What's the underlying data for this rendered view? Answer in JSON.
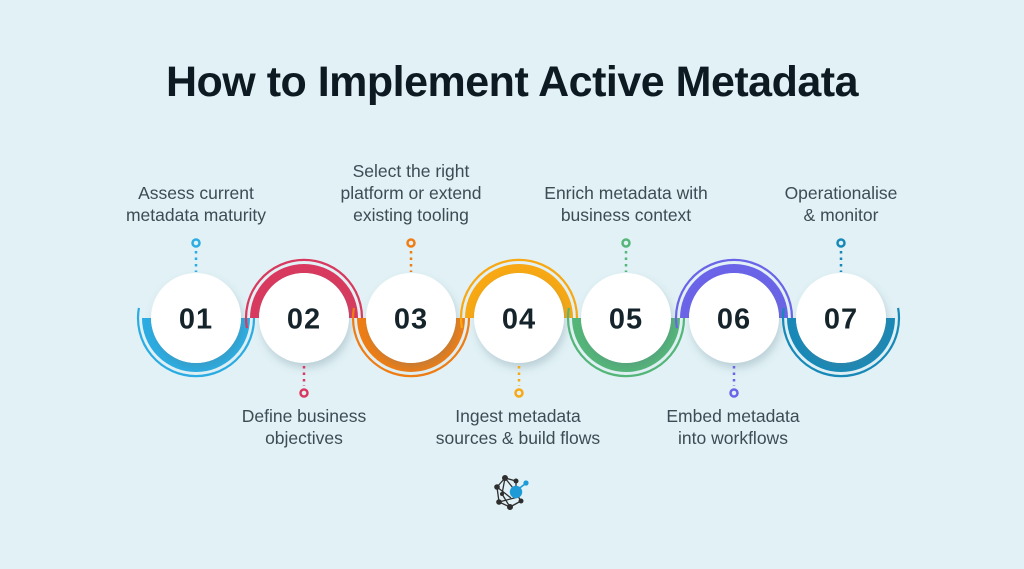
{
  "title": "How to Implement Active Metadata",
  "background": "#e1f1f5",
  "steps": [
    {
      "number": "01",
      "label": "Assess current\nmetadata maturity",
      "color": "#2bace2",
      "label_position": "top"
    },
    {
      "number": "02",
      "label": "Define business\nobjectives",
      "color": "#d9395e",
      "label_position": "bottom"
    },
    {
      "number": "03",
      "label": "Select the right\nplatform or extend\nexisting tooling",
      "color": "#ef7d14",
      "label_position": "top"
    },
    {
      "number": "04",
      "label": "Ingest metadata\nsources & build flows",
      "color": "#f7a813",
      "label_position": "bottom"
    },
    {
      "number": "05",
      "label": "Enrich metadata with\nbusiness context",
      "color": "#54b678",
      "label_position": "top"
    },
    {
      "number": "06",
      "label": "Embed metadata\ninto workflows",
      "color": "#6b63e8",
      "label_position": "bottom"
    },
    {
      "number": "07",
      "label": "Operationalise\n& monitor",
      "color": "#1789b8",
      "label_position": "top"
    }
  ],
  "logo": {
    "name": "network-graph-logo",
    "accent_color": "#1e9ad6",
    "node_color": "#2e2e2e"
  }
}
